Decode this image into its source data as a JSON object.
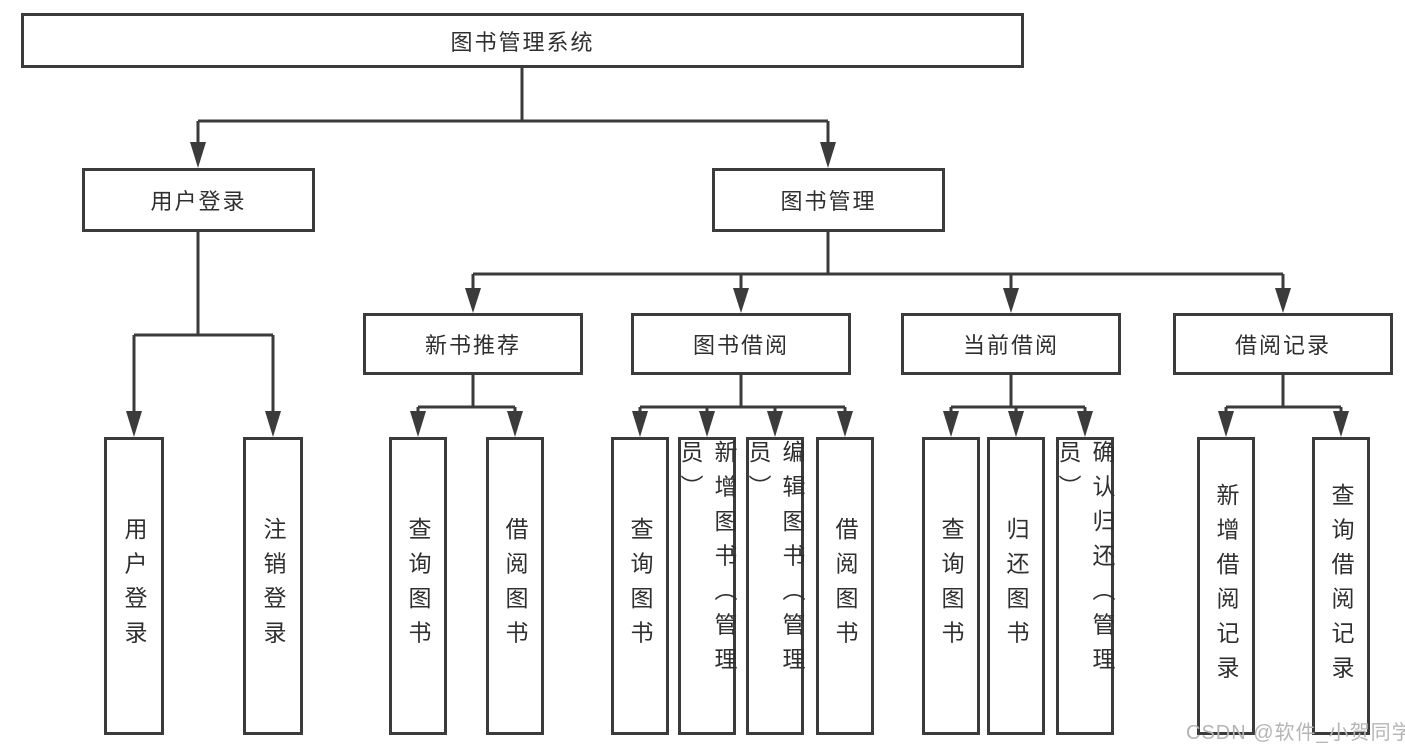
{
  "diagram": {
    "type": "hierarchy-tree",
    "colors": {
      "line": "#3b3b3b",
      "text": "#2f2f2f",
      "box_fill": "#ffffff",
      "background": "#ffffff",
      "watermark": "#b5b5b5"
    },
    "root": {
      "label": "图书管理系统"
    },
    "level2": {
      "user_login": {
        "label": "用户登录"
      },
      "book_mgmt": {
        "label": "图书管理"
      }
    },
    "level3": {
      "new_books": {
        "label": "新书推荐"
      },
      "book_borrow": {
        "label": "图书借阅"
      },
      "current_borrow": {
        "label": "当前借阅"
      },
      "borrow_records": {
        "label": "借阅记录"
      }
    },
    "leaves": {
      "login": "用户登录",
      "logout": "注销登录",
      "nb_query": "查询图书",
      "nb_borrow": "借阅图书",
      "bb_query": "查询图书",
      "bb_add": "新增图书（管理员）",
      "bb_edit": "编辑图书（管理员）",
      "bb_borrow": "借阅图书",
      "cb_query": "查询图书",
      "cb_return": "归还图书",
      "cb_confirm": "确认归还（管理员）",
      "br_add": "新增借阅记录",
      "br_query": "查询借阅记录"
    },
    "hierarchy": [
      {
        "parent": "图书管理系统",
        "children": [
          "用户登录",
          "图书管理"
        ]
      },
      {
        "parent": "用户登录",
        "children": [
          "用户登录",
          "注销登录"
        ]
      },
      {
        "parent": "图书管理",
        "children": [
          "新书推荐",
          "图书借阅",
          "当前借阅",
          "借阅记录"
        ]
      },
      {
        "parent": "新书推荐",
        "children": [
          "查询图书",
          "借阅图书"
        ]
      },
      {
        "parent": "图书借阅",
        "children": [
          "查询图书",
          "新增图书（管理员）",
          "编辑图书（管理员）",
          "借阅图书"
        ]
      },
      {
        "parent": "当前借阅",
        "children": [
          "查询图书",
          "归还图书",
          "确认归还（管理员）"
        ]
      },
      {
        "parent": "借阅记录",
        "children": [
          "新增借阅记录",
          "查询借阅记录"
        ]
      }
    ]
  },
  "watermark": {
    "text": "CSDN @软件_小贺同学"
  }
}
